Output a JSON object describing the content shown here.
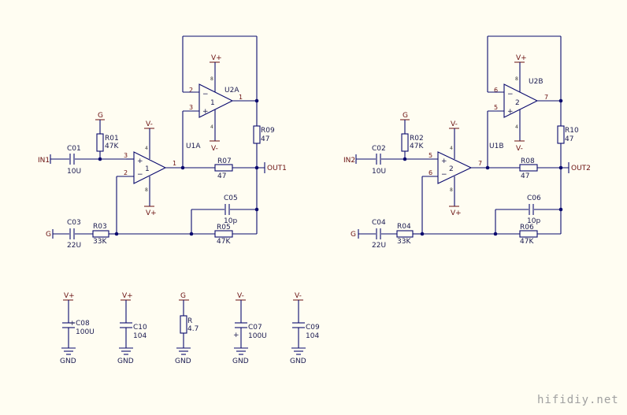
{
  "power": {
    "vpos": "V+",
    "vneg": "V-",
    "gnd": "G",
    "ground": "GND"
  },
  "nets": {
    "in1": "IN1",
    "in2": "IN2",
    "out1": "OUT1",
    "out2": "OUT2"
  },
  "pins": {
    "one": "1",
    "two": "2",
    "three": "3",
    "five": "5",
    "six": "6",
    "seven": "7",
    "four": "4",
    "eight": "8"
  },
  "op_symbols": {
    "minus": "−",
    "plus": "+"
  },
  "opamps": {
    "u1a": {
      "name": "U1A",
      "num": "1"
    },
    "u2a": {
      "name": "U2A",
      "num": "1"
    },
    "u1b": {
      "name": "U1B",
      "num": "2"
    },
    "u2b": {
      "name": "U2B",
      "num": "2"
    },
    "left_buf_num": "1",
    "right_buf_num": "2"
  },
  "components": {
    "c01": {
      "ref": "C01",
      "val": "10U"
    },
    "c02": {
      "ref": "C02",
      "val": "10U"
    },
    "c03": {
      "ref": "C03",
      "val": "22U"
    },
    "c04": {
      "ref": "C04",
      "val": "22U"
    },
    "c05": {
      "ref": "C05",
      "val": "10p"
    },
    "c06": {
      "ref": "C06",
      "val": "10p"
    },
    "r01": {
      "ref": "R01",
      "val": "47K"
    },
    "r02": {
      "ref": "R02",
      "val": "47K"
    },
    "r03": {
      "ref": "R03",
      "val": "33K"
    },
    "r04": {
      "ref": "R04",
      "val": "33K"
    },
    "r05": {
      "ref": "R05",
      "val": "47K"
    },
    "r06": {
      "ref": "R06",
      "val": "47K"
    },
    "r07": {
      "ref": "R07",
      "val": "47"
    },
    "r08": {
      "ref": "R08",
      "val": "47"
    },
    "r09": {
      "ref": "R09",
      "val": "47"
    },
    "r10": {
      "ref": "R10",
      "val": "47"
    },
    "c08": {
      "ref": "C08",
      "val": "100U"
    },
    "c10": {
      "ref": "C10",
      "val": "104"
    },
    "r": {
      "ref": "R",
      "val": "4.7"
    },
    "c07": {
      "ref": "C07",
      "val": "100U"
    },
    "c09": {
      "ref": "C09",
      "val": "104"
    }
  },
  "watermark": "hifidiy.net"
}
